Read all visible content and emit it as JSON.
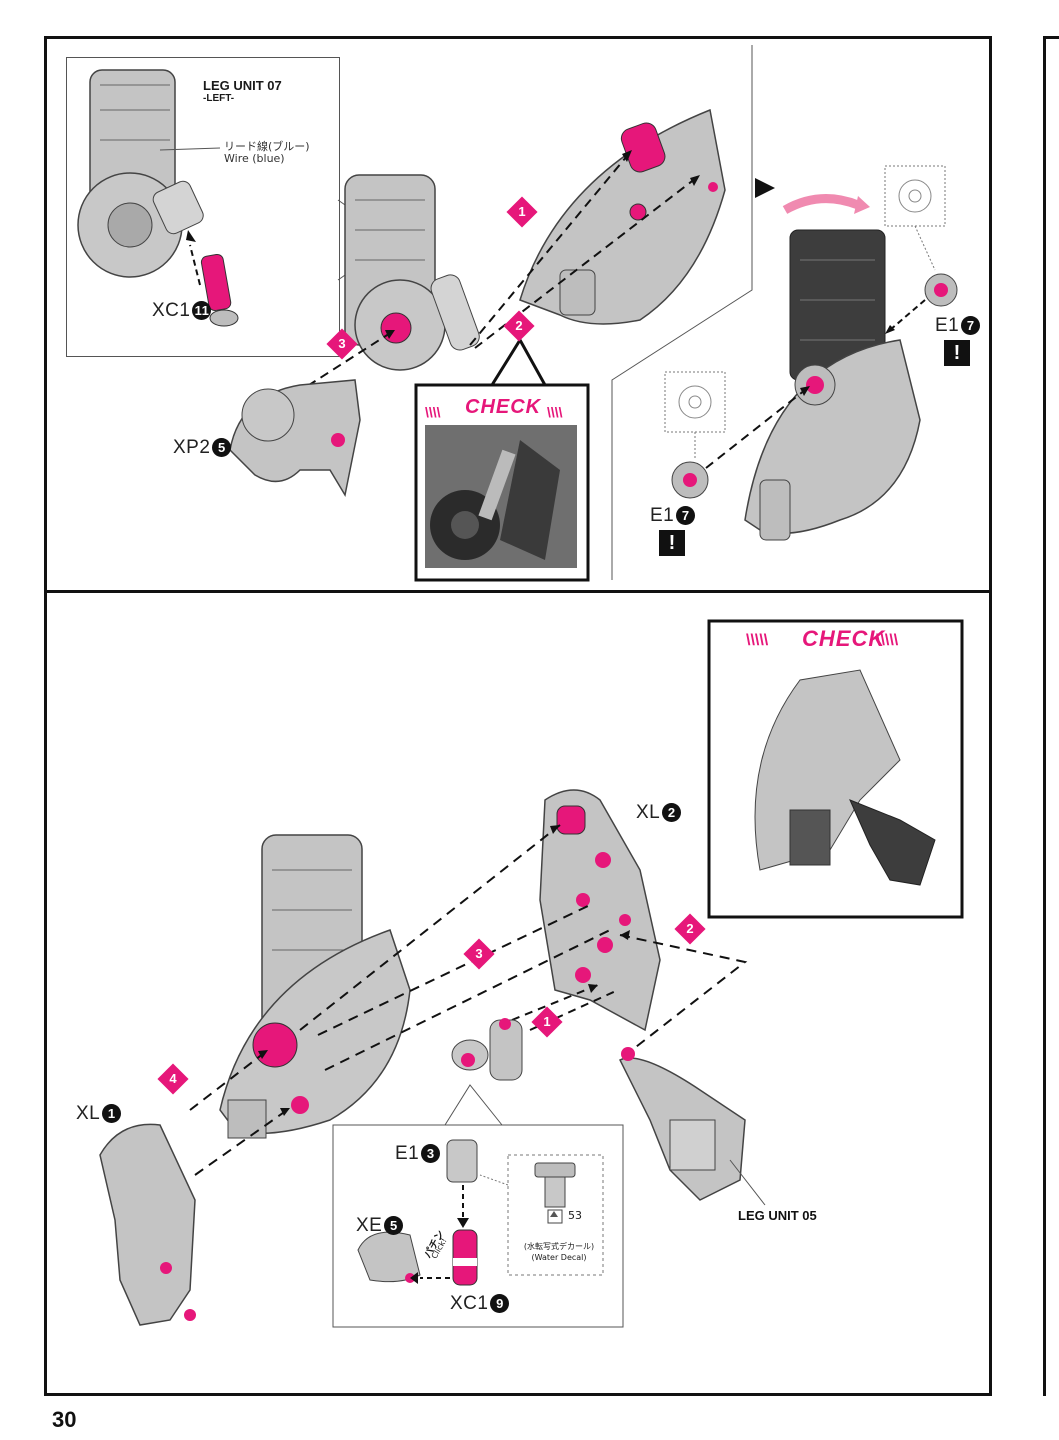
{
  "page": {
    "number": "30"
  },
  "top_left": {
    "callout_title": "LEG UNIT 07",
    "callout_sub": "-LEFT-",
    "wire_jp": "リード線(ブルー)",
    "wire_en": "Wire (blue)",
    "part_xc1": "XC1",
    "part_xc1_num": "11",
    "part_xp2": "XP2",
    "part_xp2_num": "5",
    "steps": [
      "1",
      "2",
      "3"
    ],
    "check_title": "CHECK"
  },
  "top_right": {
    "part_e1_a": "E1",
    "part_e1_a_num": "7",
    "part_e1_b": "E1",
    "part_e1_b_num": "7",
    "warn": "!"
  },
  "bottom": {
    "check_title": "CHECK",
    "part_xl2": "XL",
    "part_xl2_num": "2",
    "part_xl1": "XL",
    "part_xl1_num": "1",
    "steps": [
      "1",
      "2",
      "3",
      "4"
    ],
    "leg_unit_05": "LEG UNIT 05",
    "sub": {
      "part_e1": "E1",
      "part_e1_num": "3",
      "part_xe": "XE",
      "part_xe_num": "5",
      "part_xc1": "XC1",
      "part_xc1_num": "9",
      "click_jp": "パチン",
      "click_en": "Click!",
      "decal_num": "53",
      "decal_jp": "(水転写式デカール)",
      "decal_en": "(Water Decal)"
    }
  },
  "colors": {
    "accent": "#e6177a",
    "frame": "#111111",
    "part": "#bdbdbd"
  }
}
